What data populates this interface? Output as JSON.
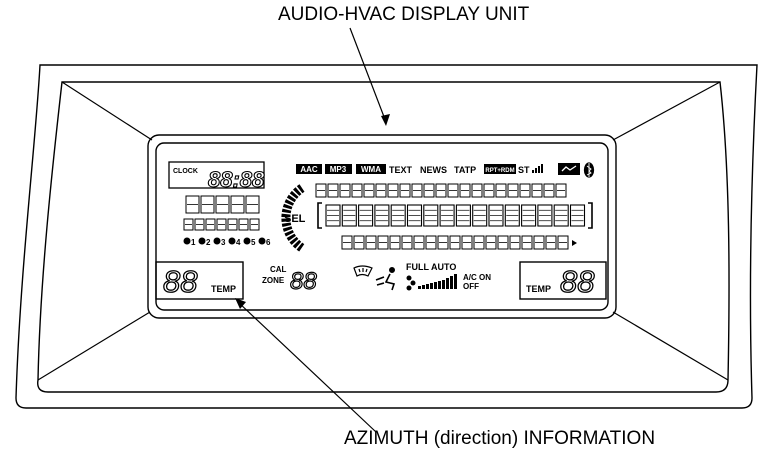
{
  "callouts": {
    "top": "AUDIO-HVAC DISPLAY UNIT",
    "bottom": "AZIMUTH (direction) INFORMATION"
  },
  "display": {
    "clock_label": "CLOCK",
    "clock_digits": "88:88",
    "format_badges": [
      "AAC",
      "MP3",
      "WMA"
    ],
    "indicators": [
      "TEXT",
      "NEWS",
      "TATP"
    ],
    "badge_rpt": "RPT+RDM",
    "st_label": "ST",
    "sel_label": "SEL",
    "temp_digits_left": "88",
    "temp_label_left": "TEMP",
    "cal_label": "CAL",
    "zone_label": "ZONE",
    "zone_digits": "88",
    "full_auto_label": "FULL AUTO",
    "ac_on_label": "A/C ON",
    "off_label": "OFF",
    "temp_label_right": "TEMP",
    "temp_digits_right": "88",
    "presets": [
      "1",
      "2",
      "3",
      "4",
      "5",
      "6"
    ]
  },
  "colors": {
    "line": "#000000",
    "background": "#ffffff",
    "badge_fill": "#000000",
    "badge_text": "#ffffff"
  },
  "icons": [
    "bluetooth-icon",
    "signal-bars-icon",
    "defrost-icon",
    "airflow-person-icon",
    "fan-icon",
    "arrow-right-icon"
  ]
}
